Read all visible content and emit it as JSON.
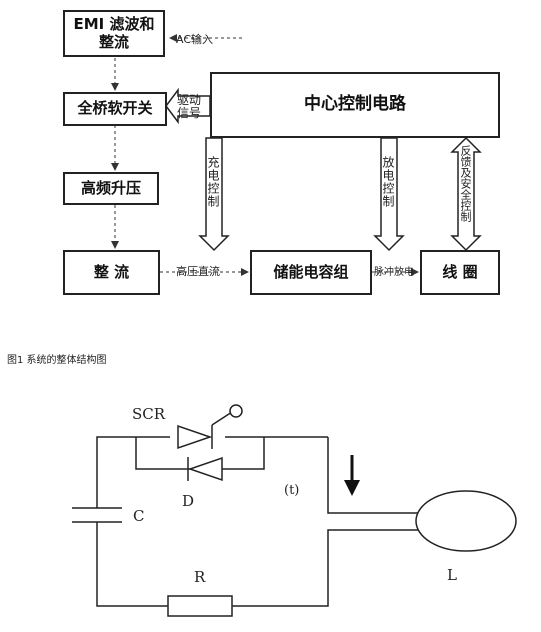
{
  "block_diagram": {
    "emi_filter": "EMI 滤波和\n整流",
    "ac_input": "AC输入",
    "full_bridge": "全桥软开关",
    "drive_signal": "驱动\n信号",
    "central_control": "中心控制电路",
    "hf_boost": "高频升压",
    "rectifier": "整 流",
    "hv_dc": "高压直流",
    "storage_cap": "储能电容组",
    "pulse_discharge": "脉冲放电",
    "coil": "线 圈",
    "charge_control": "充电控制",
    "discharge_control": "放电控制",
    "feedback_safety": "反馈及安全控制"
  },
  "caption": "图1 系统的整体结构图",
  "circuit": {
    "scr": "SCR",
    "diode": "D",
    "t_label": "(t)",
    "capacitor": "C",
    "resistor": "R",
    "inductor": "L"
  }
}
